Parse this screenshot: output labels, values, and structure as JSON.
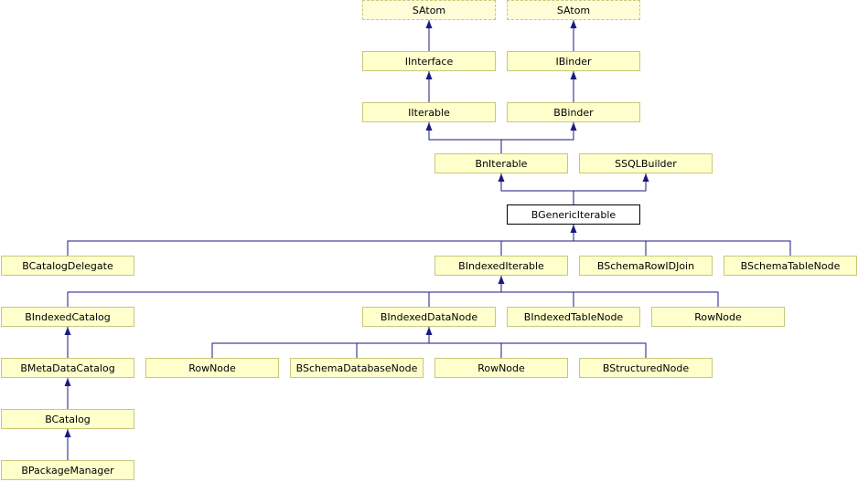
{
  "colors": {
    "node_fill": "#ffffcc",
    "node_border": "#c8c87a",
    "current_fill": "#ffffff",
    "current_border": "#000000",
    "edge": "#1a1a80"
  },
  "nodes": {
    "satom_1": "SAtom",
    "satom_2": "SAtom",
    "iinterface": "IInterface",
    "ibinder": "IBinder",
    "iiterable": "IIterable",
    "bbinder": "BBinder",
    "bniterable": "BnIterable",
    "ssqlbuilder": "SSQLBuilder",
    "bgenericiterable": "BGenericIterable",
    "bcatalogdelegate": "BCatalogDelegate",
    "bindexediterable": "BIndexedIterable",
    "bschemarowidjoin": "BSchemaRowIDJoin",
    "bschematablenode": "BSchemaTableNode",
    "bindexedcatalog": "BIndexedCatalog",
    "bindexeddatanode": "BIndexedDataNode",
    "bindexedtablenode": "BIndexedTableNode",
    "rownode_1": "RowNode",
    "bmetadatacatalog": "BMetaDataCatalog",
    "rownode_2": "RowNode",
    "bschemadatabasenode": "BSchemaDatabaseNode",
    "rownode_3": "RowNode",
    "bstructurednode": "BStructuredNode",
    "bcatalog": "BCatalog",
    "bpackagemanager": "BPackageManager"
  }
}
